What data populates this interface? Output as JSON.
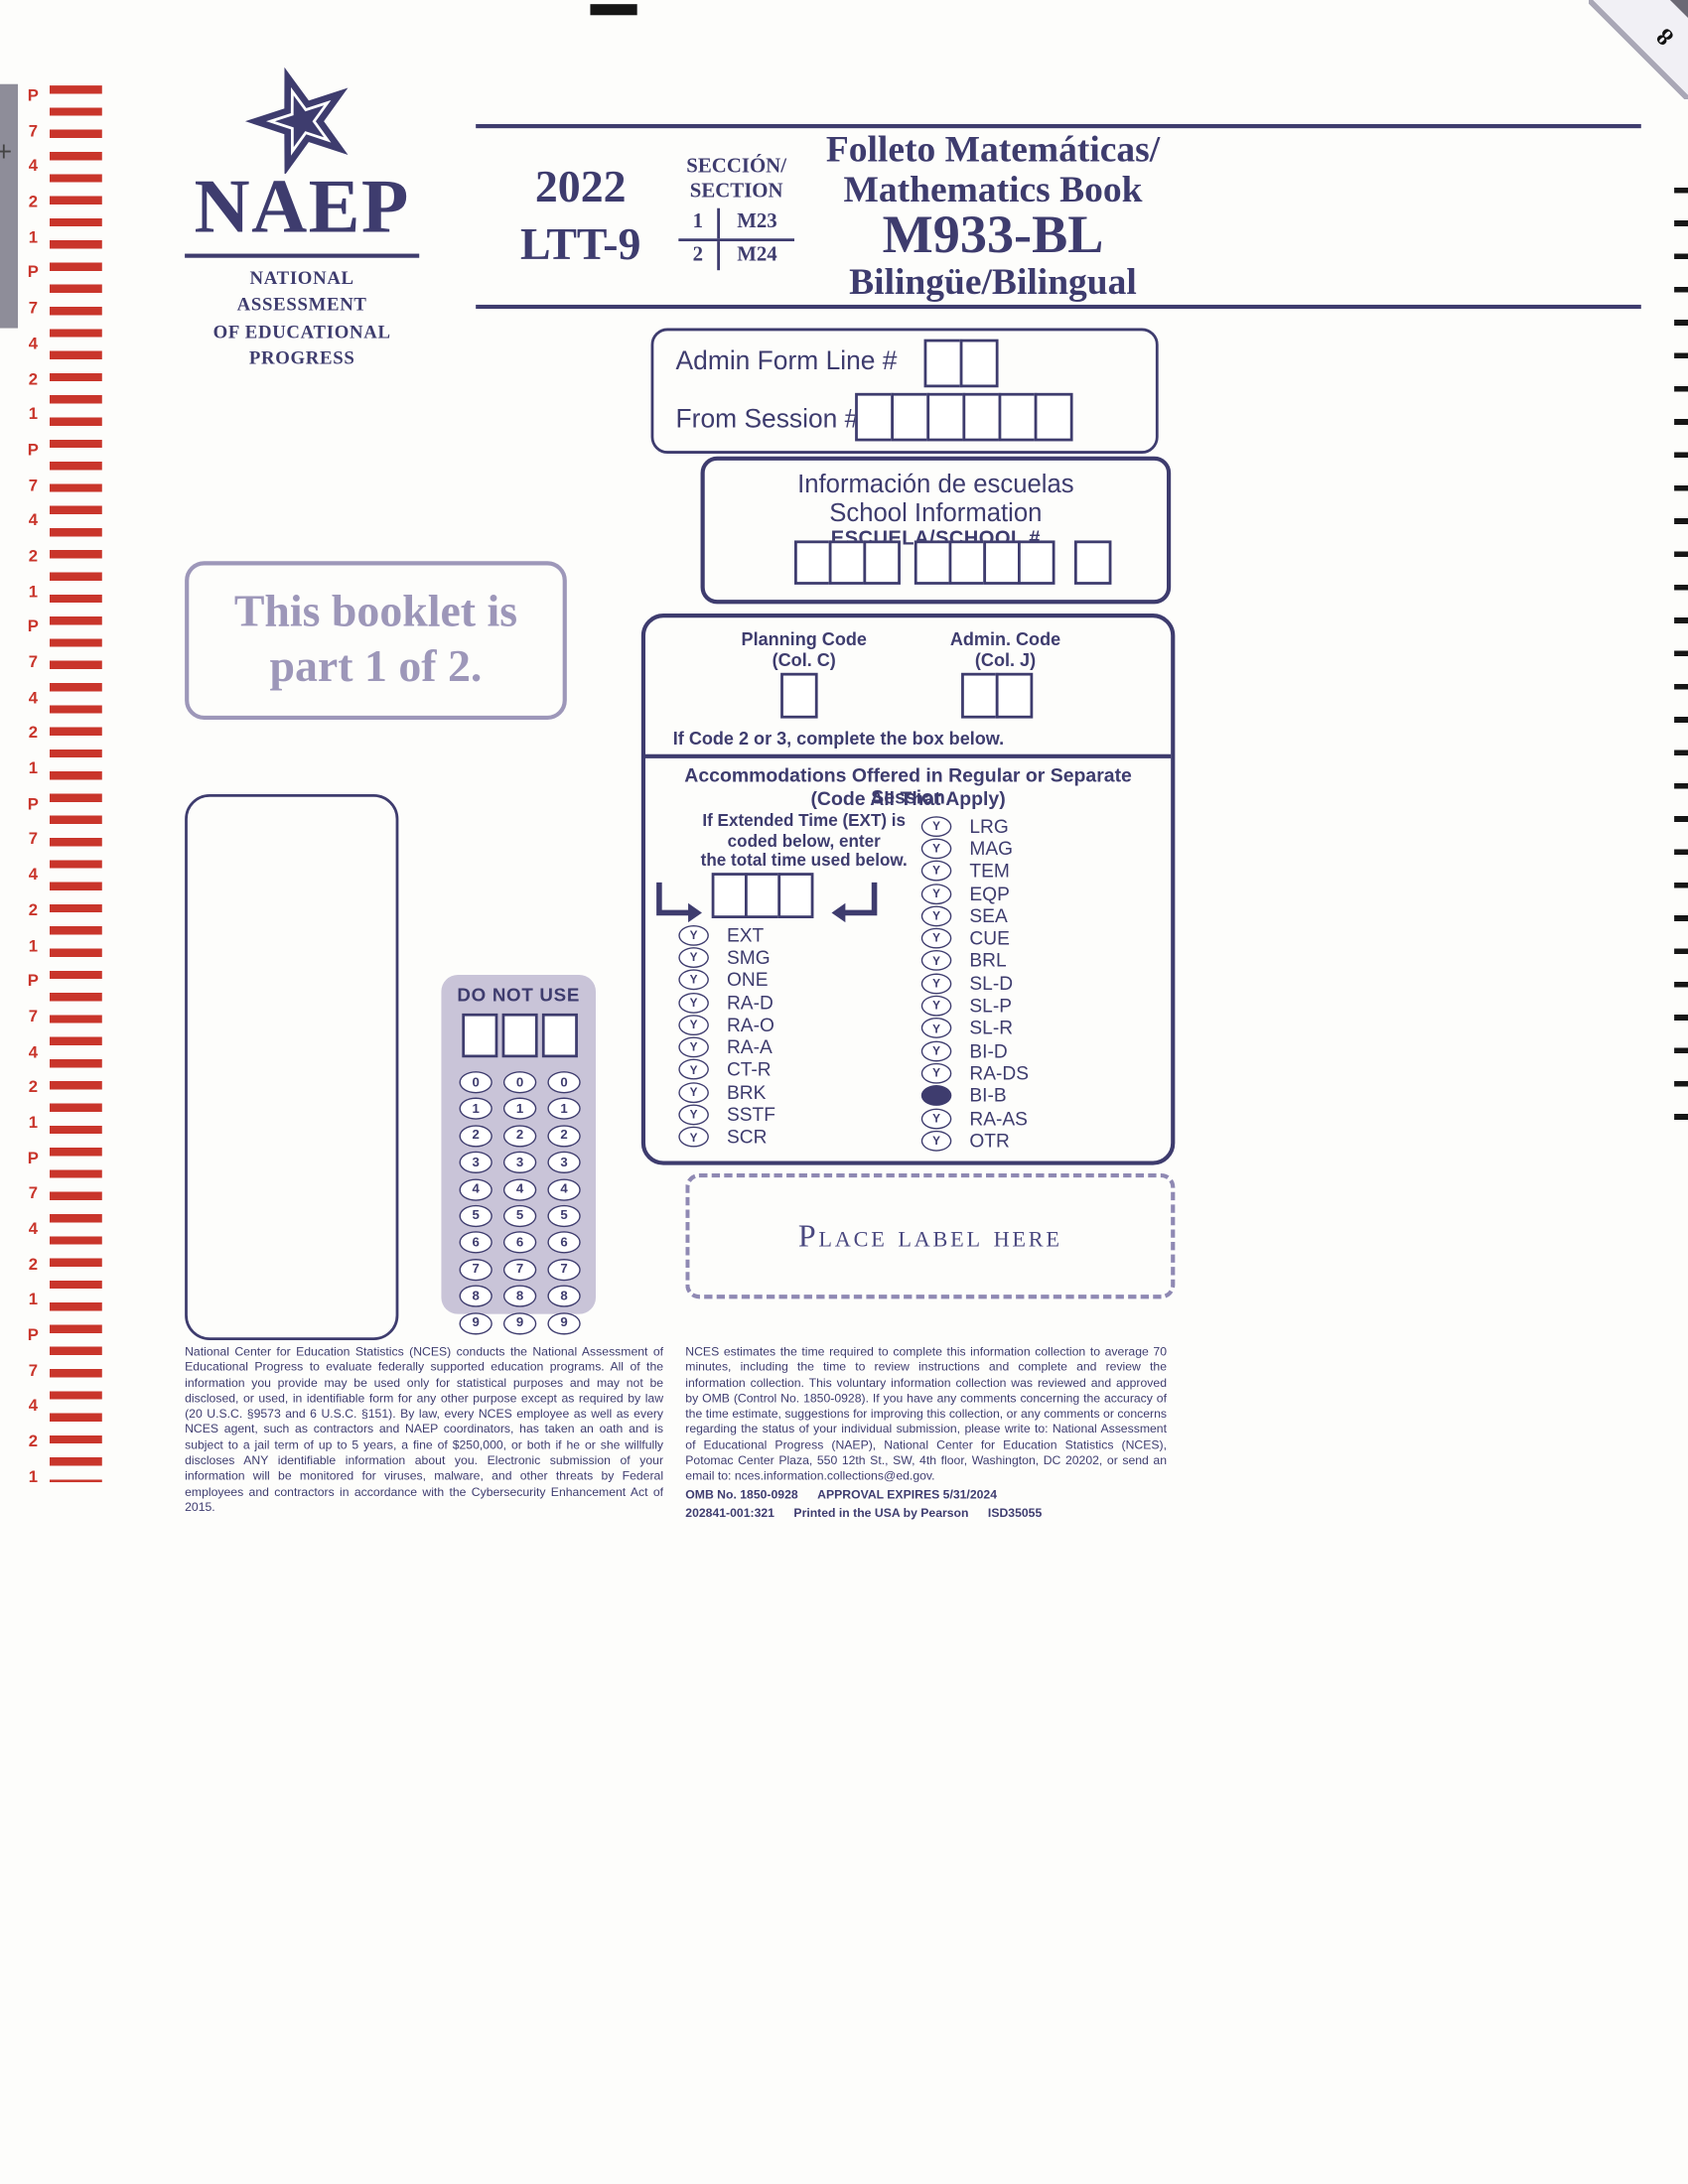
{
  "fold": {
    "page_number": "8"
  },
  "edge": {
    "red_letters": [
      "P",
      "7",
      "4",
      "2",
      "1",
      "P",
      "7",
      "4",
      "2",
      "1",
      "P",
      "7",
      "4",
      "2",
      "1",
      "P",
      "7",
      "4",
      "2",
      "1",
      "P",
      "7",
      "4",
      "2",
      "1",
      "P",
      "7",
      "4",
      "2",
      "1",
      "P",
      "7",
      "4",
      "2",
      "1",
      "P",
      "7",
      "4",
      "2",
      "1"
    ]
  },
  "logo": {
    "acronym": "NAEP",
    "caption_lines": [
      "NATIONAL ASSESSMENT",
      "OF EDUCATIONAL",
      "PROGRESS"
    ]
  },
  "header": {
    "year": "2022",
    "form_code": "LTT-9",
    "section_label_line1": "SECCIÓN/",
    "section_label_line2": "SECTION",
    "sections": [
      {
        "num": "1",
        "code": "M23"
      },
      {
        "num": "2",
        "code": "M24"
      }
    ],
    "title_line1": "Folleto Matemáticas/",
    "title_line2": "Mathematics Book",
    "book_code": "M933-BL",
    "subtitle": "Bilingüe/Bilingual"
  },
  "admin_box": {
    "form_line_label": "Admin Form Line #",
    "session_label": "From Session #"
  },
  "school_box": {
    "title_es": "Información de escuelas",
    "title_en": "School Information",
    "field_label": "ESCUELA/SCHOOL #"
  },
  "booklet_note": {
    "line1": "This booklet is",
    "line2": "part 1 of 2."
  },
  "codes": {
    "planning_label": "Planning Code",
    "planning_col": "(Col. C)",
    "admin_label": "Admin. Code",
    "admin_col": "(Col. J)",
    "note": "If Code 2 or 3, complete the box below."
  },
  "accommodations": {
    "title": "Accommodations Offered in Regular or Separate Session",
    "subtitle": "(Code All That Apply)",
    "ext_note_lines": [
      "If Extended Time (EXT) is",
      "coded below, enter",
      "the total time used below."
    ],
    "bubble_letter": "Y",
    "left": [
      {
        "label": "EXT"
      },
      {
        "label": "SMG"
      },
      {
        "label": "ONE"
      },
      {
        "label": "RA-D"
      },
      {
        "label": "RA-O"
      },
      {
        "label": "RA-A"
      },
      {
        "label": "CT-R"
      },
      {
        "label": "BRK"
      },
      {
        "label": "SSTF"
      },
      {
        "label": "SCR"
      }
    ],
    "right": [
      {
        "label": "LRG"
      },
      {
        "label": "MAG"
      },
      {
        "label": "TEM"
      },
      {
        "label": "EQP"
      },
      {
        "label": "SEA"
      },
      {
        "label": "CUE"
      },
      {
        "label": "BRL"
      },
      {
        "label": "SL-D"
      },
      {
        "label": "SL-P"
      },
      {
        "label": "SL-R"
      },
      {
        "label": "BI-D"
      },
      {
        "label": "RA-DS"
      },
      {
        "label": "BI-B",
        "filled": true
      },
      {
        "label": "RA-AS"
      },
      {
        "label": "OTR"
      }
    ]
  },
  "do_not_use": {
    "title": "DO NOT USE",
    "digits": [
      "0",
      "1",
      "2",
      "3",
      "4",
      "5",
      "6",
      "7",
      "8",
      "9"
    ]
  },
  "place_label": {
    "text": "Place label here"
  },
  "legal": {
    "left_paragraph": "National Center for Education Statistics (NCES) conducts the National Assessment of Educational Progress to evaluate federally supported education programs. All of the information you provide may be used only for statistical purposes and may not be disclosed, or used, in identifiable form for any other purpose except as required by law (20 U.S.C. §9573 and 6 U.S.C. §151). By law, every NCES employee as well as every NCES agent, such as contractors and NAEP coordinators, has taken an oath and is subject to a jail term of up to 5 years, a fine of $250,000, or both if he or she willfully discloses ANY identifiable information about you. Electronic submission of your information will be monitored for viruses, malware, and other threats by Federal employees and contractors in accordance with the Cybersecurity Enhancement Act of 2015.",
    "right_paragraph": "NCES estimates the time required to complete this information collection to average 70 minutes, including the time to review instructions and complete and review the information collection. This voluntary information collection was reviewed and approved by OMB (Control No. 1850-0928). If you have any comments concerning the accuracy of the time estimate, suggestions for improving this collection, or any comments or concerns regarding the status of your individual submission, please write to: National Assessment of Educational Progress (NAEP), National Center for Education Statistics (NCES), Potomac Center Plaza, 550 12th St., SW, 4th floor, Washington, DC 20202, or send an email to: nces.information.collections@ed.gov.",
    "omb_parts": [
      "OMB No. 1850-0928",
      "APPROVAL EXPIRES 5/31/2024"
    ],
    "print_parts": [
      "202841-001:321",
      "Printed in the USA by Pearson",
      "ISD35055"
    ]
  }
}
